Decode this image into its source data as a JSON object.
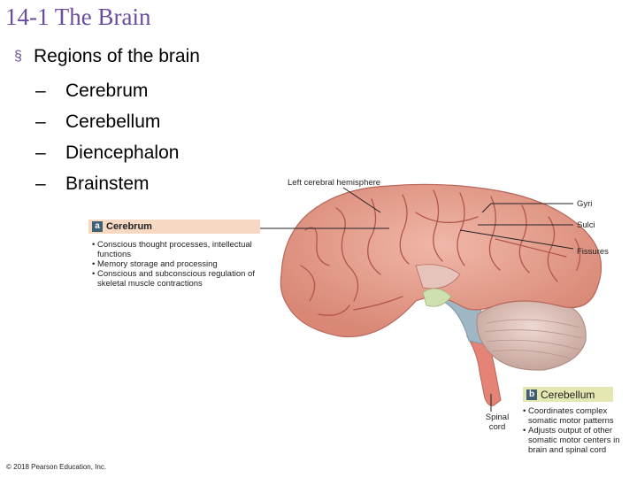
{
  "slide": {
    "title": "14-1 The Brain",
    "bullet": "Regions of the brain",
    "subitems": [
      "Cerebrum",
      "Cerebellum",
      "Diencephalon",
      "Brainstem"
    ]
  },
  "labels": {
    "left_hemisphere": "Left cerebral hemisphere",
    "gyri": "Gyri",
    "sulci": "Sulci",
    "fissures": "Fissures",
    "spinal_cord": "Spinal cord"
  },
  "cerebrum_box": {
    "badge": "a",
    "title": "Cerebrum",
    "items": [
      "Conscious thought processes, intellectual functions",
      "Memory storage and processing",
      "Conscious and subconscious regulation of skeletal muscle contractions"
    ]
  },
  "cerebellum_box": {
    "badge": "b",
    "title": "Cerebellum",
    "items": [
      "Coordinates complex somatic motor patterns",
      "Adjusts output of other somatic motor centers in brain and spinal cord"
    ]
  },
  "copyright": "© 2018 Pearson Education, Inc.",
  "colors": {
    "title": "#6b4e9b",
    "brain": "#e8a393",
    "brainDark": "#b9665a",
    "cerebellum": "#e2c7c0",
    "stem": "#9fb7c5",
    "cord": "#e58377",
    "box_a": "#f7d8c3",
    "box_b": "#e5e7b2",
    "badge": "#3f5f73"
  }
}
